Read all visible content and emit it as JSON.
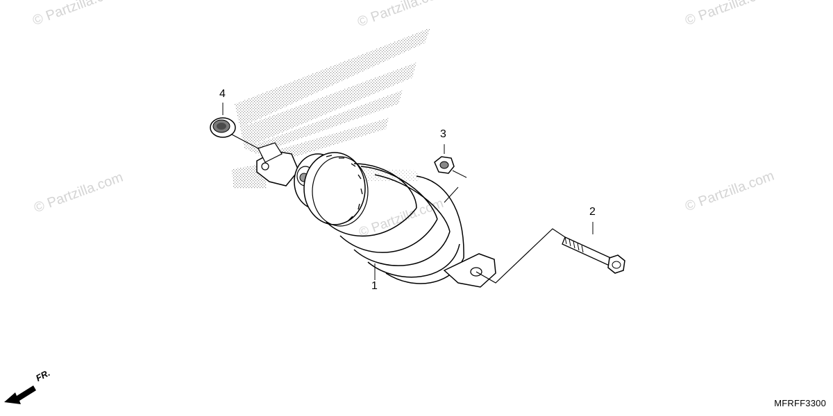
{
  "diagram": {
    "code": "MFRFF3300",
    "front_label": "FR.",
    "callouts": {
      "shock_absorber": "1",
      "bolt": "2",
      "nut": "3",
      "bushing": "4"
    }
  },
  "watermark": {
    "text": "© Partzilla.com",
    "color": "#d4d4d4"
  },
  "colors": {
    "line": "#000000",
    "stipple": "#9a9a9a",
    "background": "#ffffff"
  }
}
